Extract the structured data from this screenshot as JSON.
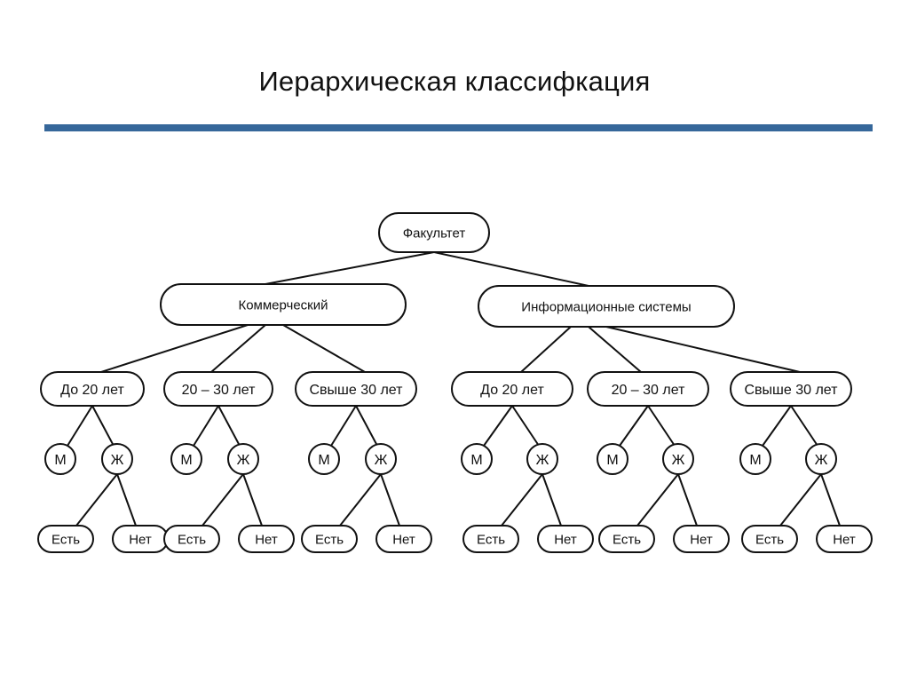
{
  "slide": {
    "title": "Иерархическая классифкация",
    "accent_color": "#36679a"
  },
  "tree": {
    "root": "Факультет",
    "faculties": [
      {
        "label": "Коммерческий",
        "age_groups": [
          {
            "label": "До 20 лет",
            "genders": [
              "М",
              "Ж"
            ],
            "leaves": [
              "Есть",
              "Нет"
            ]
          },
          {
            "label": "20 – 30 лет",
            "genders": [
              "М",
              "Ж"
            ],
            "leaves": [
              "Есть",
              "Нет"
            ]
          },
          {
            "label": "Свыше 30 лет",
            "genders": [
              "М",
              "Ж"
            ],
            "leaves": [
              "Есть",
              "Нет"
            ]
          }
        ]
      },
      {
        "label": "Информационные системы",
        "age_groups": [
          {
            "label": "До 20 лет",
            "genders": [
              "М",
              "Ж"
            ],
            "leaves": [
              "Есть",
              "Нет"
            ]
          },
          {
            "label": "20 – 30 лет",
            "genders": [
              "М",
              "Ж"
            ],
            "leaves": [
              "Есть",
              "Нет"
            ]
          },
          {
            "label": "Свыше 30 лет",
            "genders": [
              "М",
              "Ж"
            ],
            "leaves": [
              "Есть",
              "Нет"
            ]
          }
        ]
      }
    ]
  }
}
